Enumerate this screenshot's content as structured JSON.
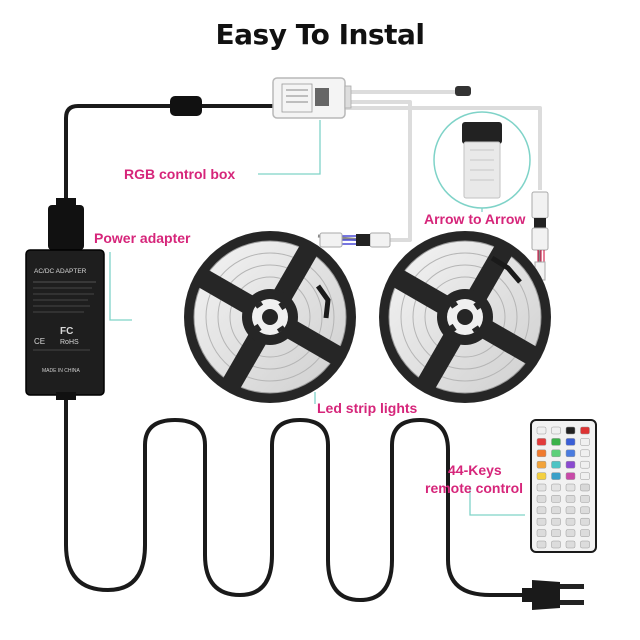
{
  "title": "Easy To Instal",
  "labels": {
    "rgb_control_box": "RGB control box",
    "power_adapter": "Power adapter",
    "arrow_to_arrow": "Arrow to Arrow",
    "led_strip_lights": "Led strip lights",
    "remote_line1": "44-Keys",
    "remote_line2": "remote control"
  },
  "adapter_text": [
    "AC/DC ADAPTER",
    "FC",
    "CE",
    "RoHS",
    "MADE IN CHINA"
  ],
  "colors": {
    "label_accent": "#d6257a",
    "callout_line": "#7fd3c8",
    "cable": "#1a1a1a",
    "signal_wire": "#dddddd",
    "reel": "#2a2a2a",
    "remote_body": "#f2f2f2"
  },
  "icons": {
    "control_box": "rgb-controller-icon",
    "adapter": "power-brick-icon",
    "plug": "us-plug-icon",
    "connector": "4-pin-connector-icon",
    "remote": "ir-remote-icon",
    "reel": "led-reel-icon"
  }
}
